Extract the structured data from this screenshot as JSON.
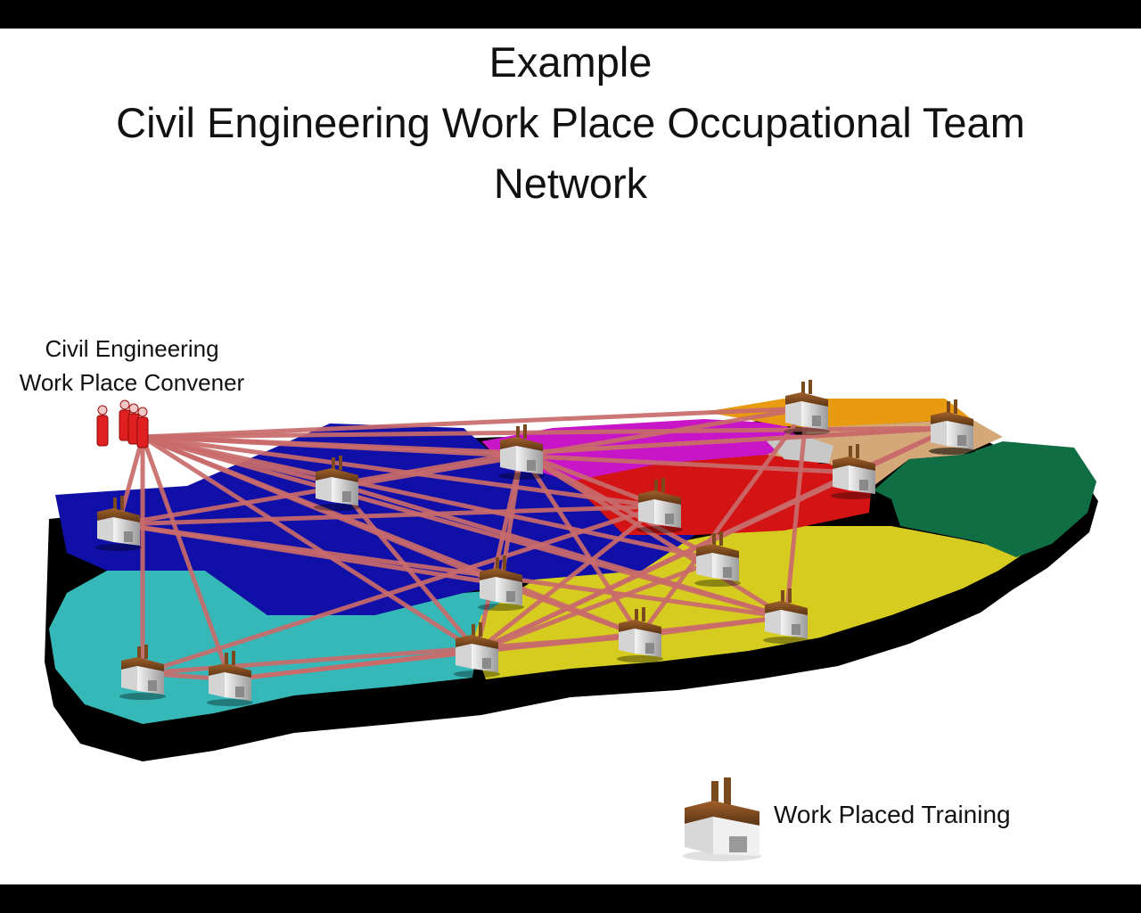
{
  "title": {
    "line1": "Example",
    "line2": "Civil Engineering Work Place Occupational Team",
    "line3": "Network"
  },
  "convener": {
    "line1": "Civil Engineering",
    "line2": "Work Place Convener",
    "icon": "people-group-icon",
    "color": "#e02020"
  },
  "legend": {
    "label": "Work Placed Training",
    "icon": "factory-icon"
  },
  "colors": {
    "link": "#c96b6b",
    "region_blue": "#1010a8",
    "region_cyan": "#37b8b8",
    "region_yellow": "#d6cc20",
    "region_green": "#0f6e43",
    "region_red": "#d41414",
    "region_magenta": "#c815c8",
    "region_orange": "#e89a10",
    "region_tan": "#d4a878"
  },
  "network": {
    "nodes": [
      {
        "id": "convener",
        "type": "convener"
      },
      {
        "id": "n1",
        "type": "factory"
      },
      {
        "id": "n2",
        "type": "factory"
      },
      {
        "id": "n3",
        "type": "factory"
      },
      {
        "id": "n4",
        "type": "factory"
      },
      {
        "id": "n5",
        "type": "factory"
      },
      {
        "id": "n6",
        "type": "factory"
      },
      {
        "id": "n7",
        "type": "factory"
      },
      {
        "id": "n8",
        "type": "factory"
      },
      {
        "id": "n9",
        "type": "factory"
      },
      {
        "id": "n10",
        "type": "factory"
      },
      {
        "id": "n11",
        "type": "factory"
      },
      {
        "id": "n12",
        "type": "factory"
      },
      {
        "id": "n13",
        "type": "factory"
      },
      {
        "id": "n14",
        "type": "factory"
      },
      {
        "id": "n15",
        "type": "factory"
      }
    ],
    "edges": [
      [
        "convener",
        "n1"
      ],
      [
        "convener",
        "n2"
      ],
      [
        "convener",
        "n3"
      ],
      [
        "convener",
        "n4"
      ],
      [
        "convener",
        "n5"
      ],
      [
        "convener",
        "n6"
      ],
      [
        "convener",
        "n7"
      ],
      [
        "convener",
        "n8"
      ],
      [
        "convener",
        "n9"
      ],
      [
        "convener",
        "n10"
      ],
      [
        "convener",
        "n11"
      ],
      [
        "convener",
        "n12"
      ],
      [
        "convener",
        "n14"
      ],
      [
        "convener",
        "n15"
      ],
      [
        "n3",
        "n8"
      ],
      [
        "n3",
        "n9"
      ],
      [
        "n3",
        "n10"
      ],
      [
        "n3",
        "n11"
      ],
      [
        "n3",
        "n12"
      ],
      [
        "n3",
        "n13"
      ],
      [
        "n3",
        "n2"
      ],
      [
        "n3",
        "n4"
      ],
      [
        "n3",
        "n6"
      ],
      [
        "n1",
        "n4"
      ],
      [
        "n1",
        "n5"
      ],
      [
        "n1",
        "n9"
      ],
      [
        "n1",
        "n10"
      ],
      [
        "n5",
        "n11"
      ],
      [
        "n5",
        "n10"
      ],
      [
        "n4",
        "n12"
      ],
      [
        "n4",
        "n14"
      ],
      [
        "n14",
        "n15"
      ],
      [
        "n11",
        "n12"
      ],
      [
        "n11",
        "n10"
      ],
      [
        "n13",
        "n12"
      ],
      [
        "n6",
        "n12"
      ],
      [
        "n7",
        "n12"
      ],
      [
        "n7",
        "n13"
      ],
      [
        "n13",
        "n6"
      ],
      [
        "n14",
        "n11"
      ],
      [
        "n15",
        "n10"
      ],
      [
        "n15",
        "n12"
      ],
      [
        "n2",
        "n12"
      ],
      [
        "n2",
        "n10"
      ],
      [
        "n8",
        "n12"
      ],
      [
        "n9",
        "n11"
      ]
    ]
  }
}
